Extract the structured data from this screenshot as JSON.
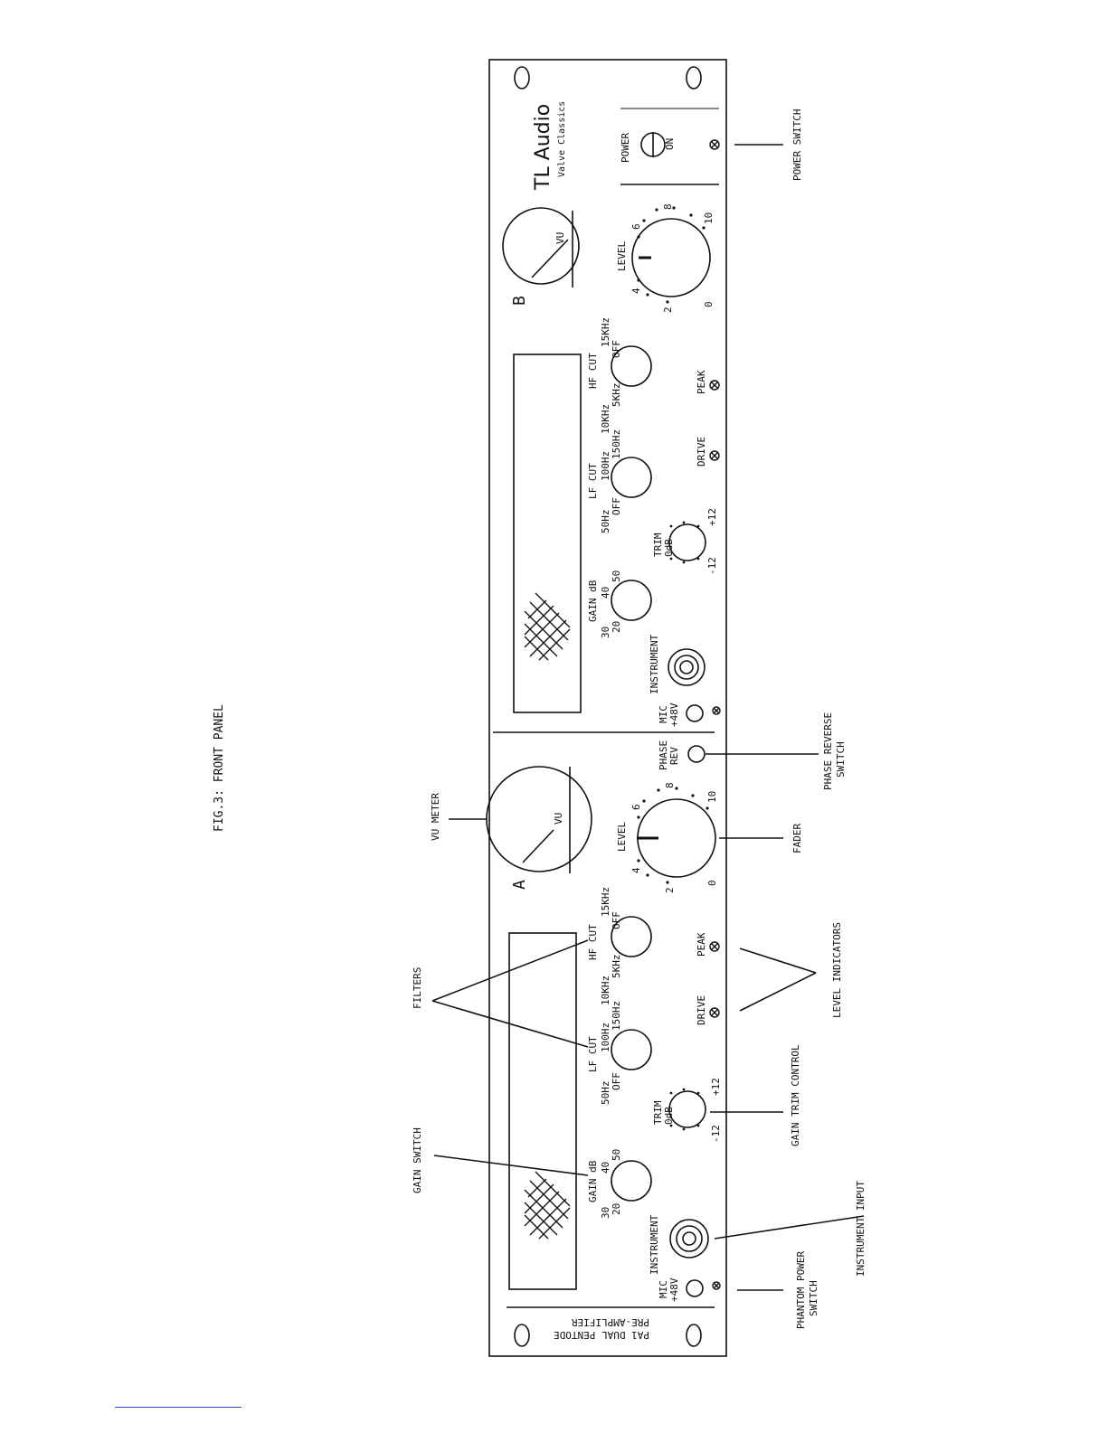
{
  "figure_title": "FIG.3: FRONT PANEL",
  "brand": {
    "name": "TL Audio",
    "tagline": "Valve Classics"
  },
  "model_text": {
    "line1": "PA1 DUAL PENTODE",
    "line2": "PRE-AMPLIFIER"
  },
  "channel_b": {
    "id": "B",
    "meter_label": "VU",
    "level": {
      "label": "LEVEL",
      "scale": [
        "0",
        "2",
        "4",
        "6",
        "8",
        "10"
      ]
    },
    "hf_cut": {
      "label": "HF CUT",
      "scale": [
        "5KHz",
        "10KHz",
        "15KHz",
        "OFF"
      ]
    },
    "lf_cut": {
      "label": "LF CUT",
      "scale": [
        "OFF",
        "50Hz",
        "100Hz",
        "150Hz"
      ]
    },
    "gain": {
      "label": "GAIN dB",
      "scale": [
        "20",
        "30",
        "40",
        "50"
      ]
    },
    "trim": {
      "label": "TRIM",
      "unit": "0dB",
      "scale": [
        "-12",
        "+12"
      ]
    },
    "indicators": {
      "drive": "DRIVE",
      "peak": "PEAK"
    },
    "input_label": "INSTRUMENT",
    "mic_label": "MIC",
    "phantom_label": "+48V"
  },
  "channel_a": {
    "id": "A",
    "meter_label": "VU",
    "level": {
      "label": "LEVEL",
      "scale": [
        "0",
        "2",
        "4",
        "6",
        "8",
        "10"
      ]
    },
    "hf_cut": {
      "label": "HF CUT",
      "scale": [
        "5KHz",
        "10KHz",
        "15KHz",
        "OFF"
      ]
    },
    "lf_cut": {
      "label": "LF CUT",
      "scale": [
        "OFF",
        "50Hz",
        "100Hz",
        "150Hz"
      ]
    },
    "gain": {
      "label": "GAIN dB",
      "scale": [
        "20",
        "30",
        "40",
        "50"
      ]
    },
    "trim": {
      "label": "TRIM",
      "unit": "0dB",
      "scale": [
        "-12",
        "+12"
      ]
    },
    "indicators": {
      "drive": "DRIVE",
      "peak": "PEAK"
    },
    "input_label": "INSTRUMENT",
    "mic_label": "MIC",
    "phantom_label": "+48V"
  },
  "power": {
    "label": "POWER",
    "state": "ON"
  },
  "phase": {
    "line1": "PHASE",
    "line2": "REV"
  },
  "callouts": {
    "power_switch": "POWER SWITCH",
    "phase_reverse_1": "PHASE REVERSE",
    "phase_reverse_2": "SWITCH",
    "vu_meter": "VU METER",
    "fader": "FADER",
    "filters": "FILTERS",
    "level_indicators": "LEVEL INDICATORS",
    "gain_switch": "GAIN SWITCH",
    "gain_trim": "GAIN TRIM CONTROL",
    "instrument_input": "INSTRUMENT INPUT",
    "phantom_1": "PHANTOM POWER",
    "phantom_2": "SWITCH"
  }
}
